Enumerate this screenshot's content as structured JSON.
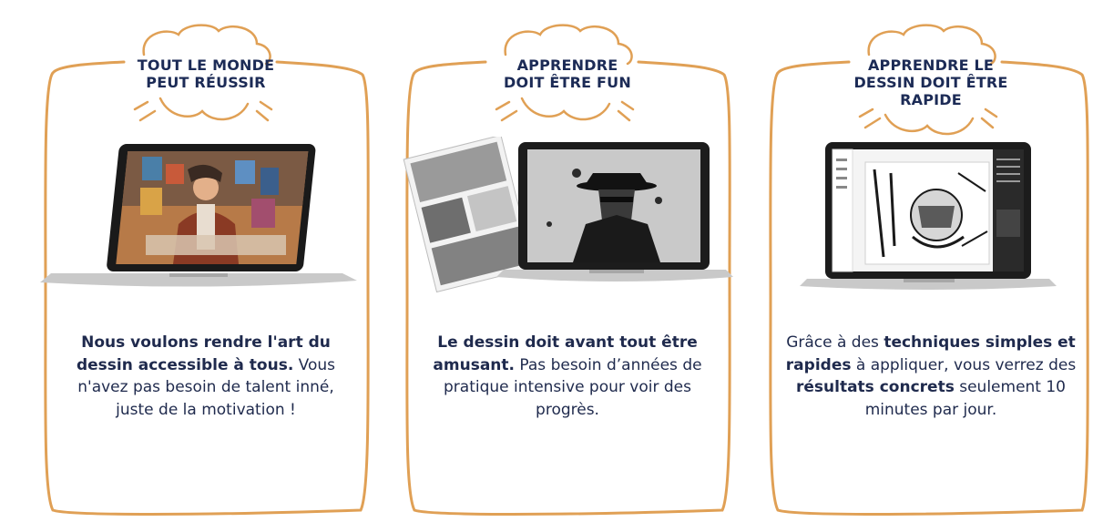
{
  "colors": {
    "frame": "#e0a055",
    "heading": "#1c2b56",
    "text": "#1f2a4d"
  },
  "cards": [
    {
      "heading_line1": "TOUT LE MONDE",
      "heading_line2": "PEUT RÉUSSIR",
      "heading_line3": "",
      "image": "laptop showing instructor in art studio",
      "bold_1": "Nous voulons rendre l'art du dessin accessible à tous.",
      "text_1": " Vous n'avez pas besoin de talent inné, juste de la motivation !",
      "bold_2": "",
      "text_2": "",
      "bold_3": "",
      "text_3": ""
    },
    {
      "heading_line1": "APPRENDRE",
      "heading_line2": "DOIT ÊTRE FUN",
      "heading_line3": "",
      "image": "laptop with noir detective illustration and comic pages",
      "bold_1": "Le dessin doit avant tout être amusant.",
      "text_1": " Pas besoin d’années de pratique intensive pour voir des progrès.",
      "bold_2": "",
      "text_2": "",
      "bold_3": "",
      "text_3": ""
    },
    {
      "heading_line1": "APPRENDRE LE",
      "heading_line2": "DESSIN DOIT ÊTRE",
      "heading_line3": "RAPIDE",
      "image": "laptop with drawing application and warrior sketch",
      "bold_1": "",
      "text_1": "Grâce à des ",
      "bold_2": "techniques simples et rapides",
      "text_2": " à appliquer, vous verrez des ",
      "bold_3": "résultats concrets",
      "text_3": " seulement 10 minutes par jour."
    }
  ]
}
